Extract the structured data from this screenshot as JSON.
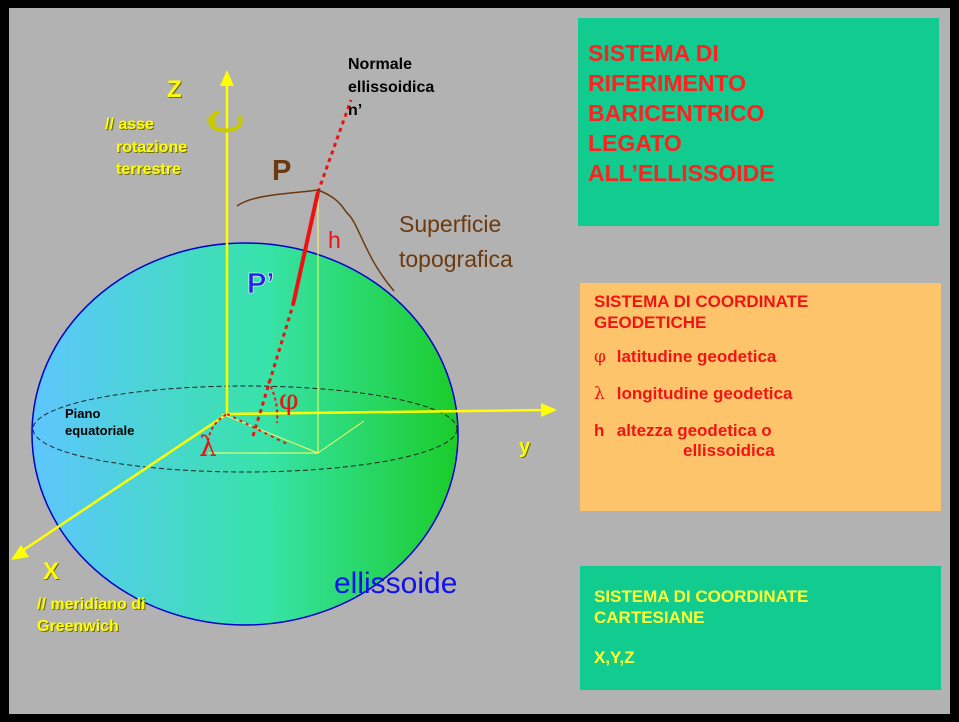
{
  "diagram": {
    "axes": {
      "z": "Z",
      "x": "X",
      "y": "y"
    },
    "z_caption": [
      "// asse",
      "rotazione",
      "terrestre"
    ],
    "x_caption": [
      "// meridiano di",
      "Greenwich"
    ],
    "normal_label": [
      "Normale",
      "ellissoidica",
      "n’"
    ],
    "point_p": "P",
    "point_p_prime": "P’",
    "h_label": "h",
    "surface_label": [
      "Superficie",
      "topografica"
    ],
    "equatorial_plane": [
      "Piano",
      "equatoriale"
    ],
    "phi": "φ",
    "lambda": "λ",
    "ellipsoid_label": "ellissoide"
  },
  "title_box": {
    "lines": [
      "SISTEMA DI",
      "RIFERIMENTO",
      "BARICENTRICO",
      "LEGATO",
      "ALL’ELLISSOIDE"
    ]
  },
  "geodetic_box": {
    "header": [
      "SISTEMA DI COORDINATE",
      "GEODETICHE"
    ],
    "items": [
      {
        "symbol": "φ",
        "text": "latitudine geodetica"
      },
      {
        "symbol": "λ",
        "text": "longitudine geodetica"
      },
      {
        "symbol": "h",
        "text": "altezza geodetica o"
      }
    ],
    "continuation": "ellissoidica"
  },
  "cartesian_box": {
    "header": [
      "SISTEMA DI COORDINATE",
      "CARTESIANE"
    ],
    "coords": "X,Y,Z"
  },
  "colors": {
    "background": "#b2b2b2",
    "green_box": "#11cc8e",
    "orange_box": "#fec46b",
    "title_text": "#ff2020",
    "axis_yellow": "#ffff00",
    "red": "#ee1111",
    "brown": "#6b3a10",
    "ellipsoid_blue": "#1111ee"
  }
}
